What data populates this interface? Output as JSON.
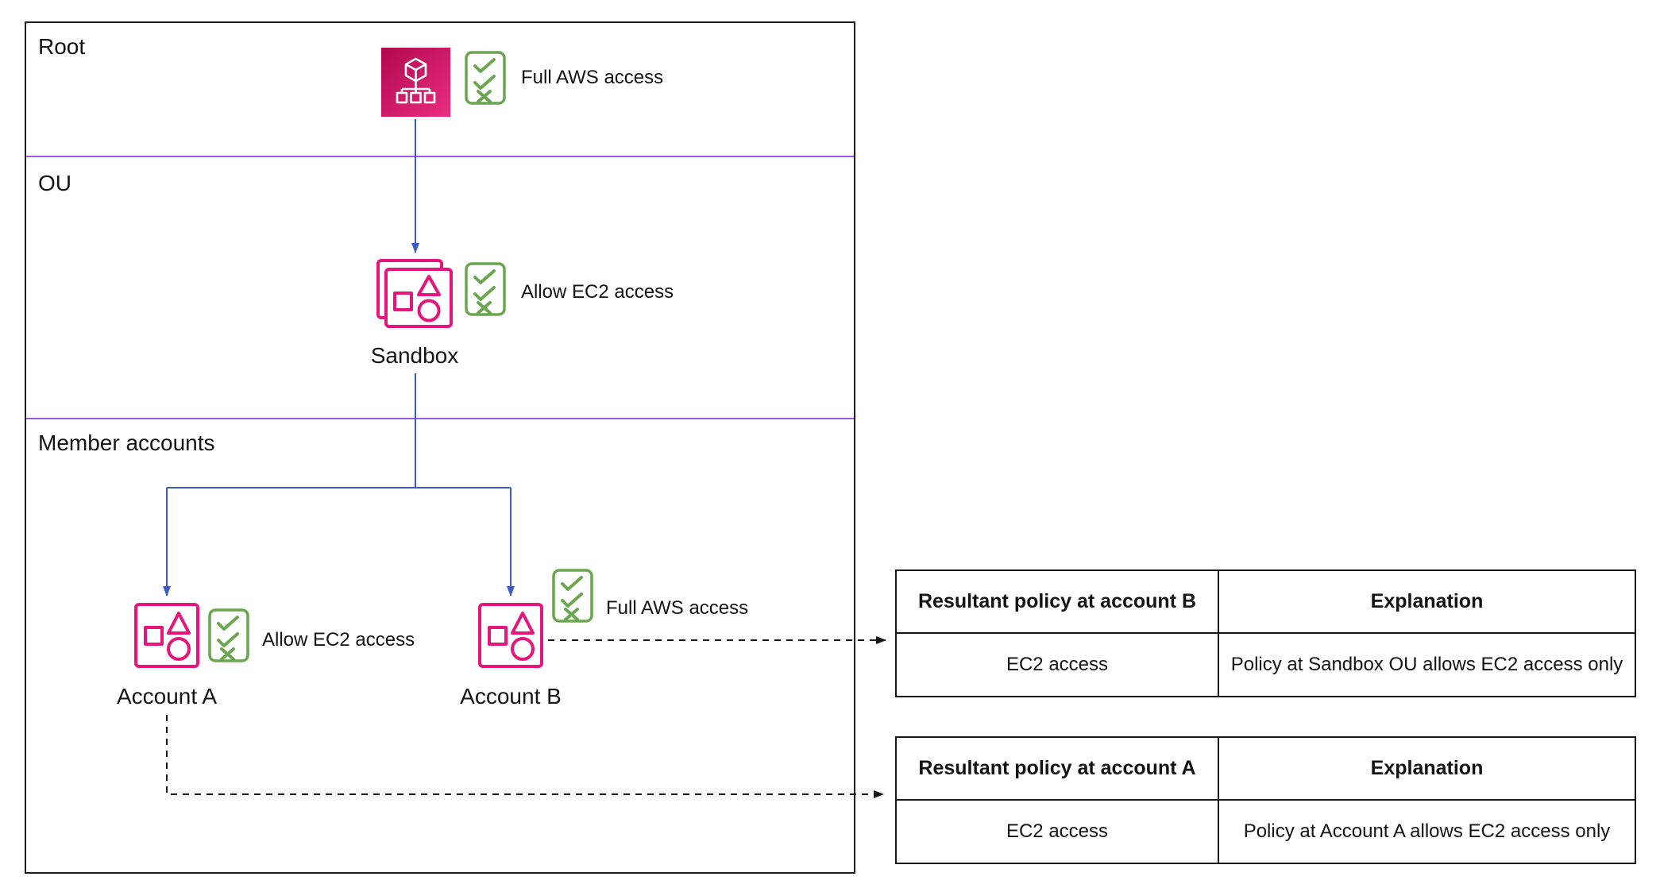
{
  "colors": {
    "pink": "#e7157b",
    "pink-dark": "#b0084d",
    "pink-bright": "#ec2d82",
    "green": "#6aa64f",
    "purple": "#9b57e8",
    "blue": "#3b5bc0"
  },
  "org": {
    "root_label": "Root",
    "root_policy": "Full AWS access",
    "ou_label": "OU",
    "ou_name": "Sandbox",
    "ou_policy": "Allow EC2 access",
    "member_label": "Member accounts",
    "account_a_name": "Account A",
    "account_a_policy": "Allow EC2 access",
    "account_b_name": "Account B",
    "account_b_policy": "Full AWS access"
  },
  "tables": [
    {
      "headers": [
        "Resultant policy at account B",
        "Explanation"
      ],
      "rows": [
        [
          "EC2 access",
          "Policy at Sandbox OU allows EC2 access only"
        ]
      ]
    },
    {
      "headers": [
        "Resultant policy at account A",
        "Explanation"
      ],
      "rows": [
        [
          "EC2 access",
          "Policy at Account A allows EC2 access only"
        ]
      ]
    }
  ]
}
